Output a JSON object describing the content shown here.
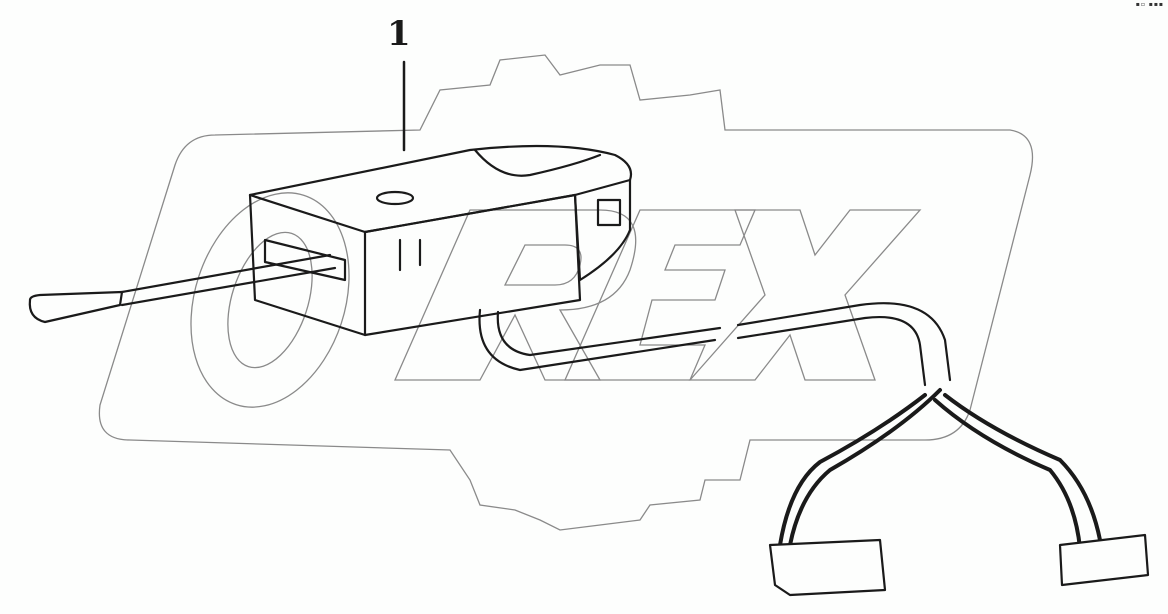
{
  "diagram": {
    "type": "exploded-parts-view",
    "subject": "steering column combination switch with lever and wiring harness",
    "callouts": [
      {
        "label": "1",
        "part": "combination switch assembly"
      }
    ],
    "watermark": {
      "text": "OREX",
      "style": "gear outline with outlined lettering"
    },
    "corner_mark": "▪▫ ▪▪▪",
    "colors": {
      "line": "#1a1a1a",
      "watermark": "#8a8a8a",
      "background": "#fdfefd"
    }
  }
}
